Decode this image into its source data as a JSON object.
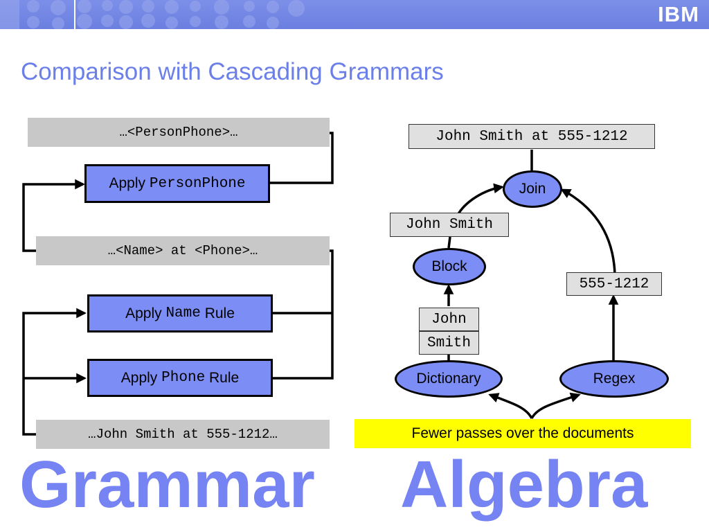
{
  "header": {
    "logo_text": "IBM"
  },
  "title": "Comparison with Cascading Grammars",
  "grammar": {
    "band_1": "…<PersonPhone>…",
    "band_2": "…<Name> at <Phone>…",
    "band_3": "…John Smith at 555-1212…",
    "box_person_phone": {
      "prefix": "Apply ",
      "code": "PersonPhone",
      "suffix": ""
    },
    "box_name": {
      "prefix": "Apply ",
      "code": "Name",
      "suffix": " Rule"
    },
    "box_phone": {
      "prefix": "Apply ",
      "code": "Phone",
      "suffix": " Rule"
    }
  },
  "algebra": {
    "top_output": "John Smith at 555-1212",
    "join": "Join",
    "name_output": "John Smith",
    "block": "Block",
    "phone_output": "555-1212",
    "dict_output_line1": "John",
    "dict_output_line2": "Smith",
    "dictionary": "Dictionary",
    "regex": "Regex",
    "callout": "Fewer passes over the documents"
  },
  "labels": {
    "left_big": "Grammar",
    "right_big": "Algebra"
  },
  "colors": {
    "accent": "#7c8ef5",
    "title": "#6b7fe8",
    "big_text": "#7683f2",
    "highlight": "#ffff00"
  }
}
